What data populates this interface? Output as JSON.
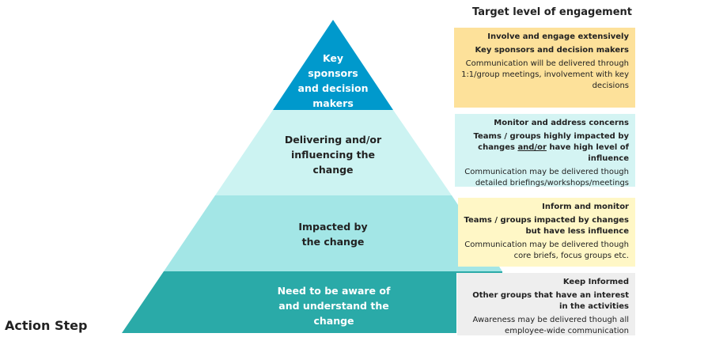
{
  "header": {
    "title": "Target level of engagement"
  },
  "footer": {
    "action_step": "Action Step"
  },
  "colors": {
    "tier1": "#0099cc",
    "tier2": "#ccf3f2",
    "tier3": "#a3e6e6",
    "tier4": "#2aaaa8",
    "box1": "#fde19a",
    "box2": "#d4f4f3",
    "box3": "#fff7c6",
    "box4": "#eeeeee"
  },
  "tiers": [
    {
      "label": "Key\nsponsors\nand decision\nmakers",
      "text_color": "#ffffff"
    },
    {
      "label": "Delivering and/or\ninfluencing the\nchange",
      "text_color": "#222222"
    },
    {
      "label": "Impacted by\nthe change",
      "text_color": "#222222"
    },
    {
      "label": "Need to be aware of\nand understand the\nchange",
      "text_color": "#ffffff"
    }
  ],
  "boxes": [
    {
      "heading": "Involve and engage extensively",
      "sub": "Key sponsors and decision makers",
      "desc": "Communication will be delivered through 1:1/group meetings, involvement with key decisions"
    },
    {
      "heading": "Monitor and address concerns",
      "sub_pre": "Teams / groups highly impacted by changes",
      "sub_underline": "and/or",
      "sub_post": " have high level of influence",
      "desc": "Communication may be delivered though detailed briefings/workshops/meetings"
    },
    {
      "heading": "Inform and monitor",
      "sub": "Teams / groups impacted by changes but have less influence",
      "desc": "Communication may be delivered though core briefs, focus groups etc."
    },
    {
      "heading": "Keep Informed",
      "sub": "Other groups that have an interest in the activities",
      "desc": "Awareness may be delivered though all employee-wide communication"
    }
  ]
}
